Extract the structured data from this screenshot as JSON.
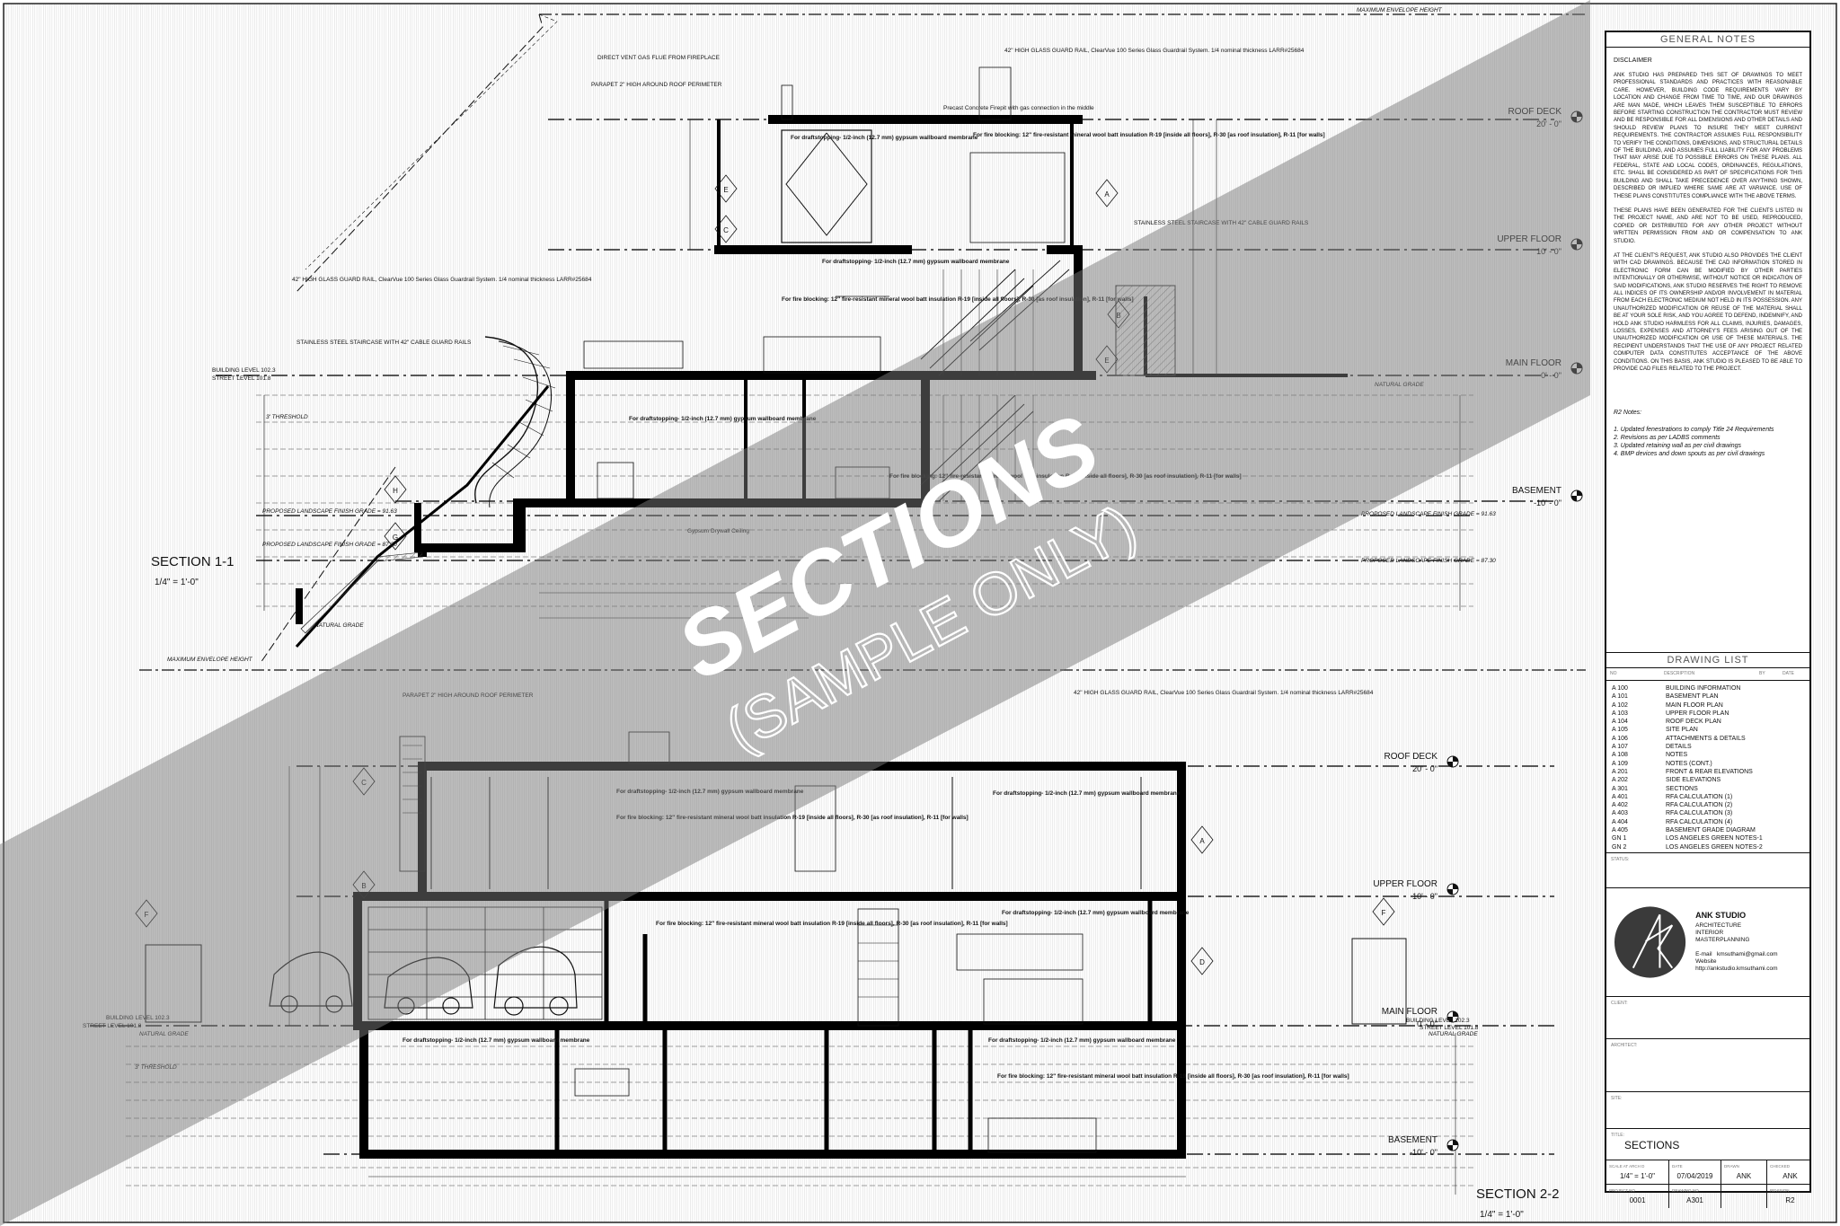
{
  "drawing": {
    "max_envelope_label": "MAXIMUM ENVELOPE HEIGHT",
    "watermark": {
      "line1": "SECTIONS",
      "line2": "(SAMPLE ONLY)"
    },
    "section_1": {
      "title": "SECTION 1-1",
      "scale": "1/4\" = 1'-0\"",
      "levels": [
        {
          "name": "ROOF DECK",
          "value": "20' - 0\""
        },
        {
          "name": "UPPER FLOOR",
          "value": "10' - 0\""
        },
        {
          "name": "MAIN FLOOR",
          "value": "0' - 0\""
        },
        {
          "name": "BASEMENT",
          "value": "-10' - 0\""
        }
      ],
      "notes": {
        "flue": "DIRECT VENT GAS FLUE FROM FIREPLACE",
        "parapet": "PARAPET 2\" HIGH AROUND ROOF PERIMETER",
        "glass_rail_top": "42\" HIGH GLASS GUARD RAIL, ClearVue 100 Series Glass Guardrail System. 1/4 nominal thickness LARR#25684",
        "firepit": "Precast Concrete Firepit with gas connection in the middle",
        "stair_right": "STAINLESS STEEL STAIRCASE WITH 42\" CABLE GUARD RAILS",
        "glass_rail_left": "42\" HIGH GLASS GUARD RAIL, ClearVue 100 Series Glass Guardrail System. 1/4 nominal thickness LARR#25684",
        "stair_left": "STAINLESS STEEL STAIRCASE WITH 42\" CABLE GUARD RAILS",
        "building_level": "BUILDING LEVEL 102.3",
        "street_level": "STREET LEVEL 101.8",
        "natural_grade": "NATURAL GRADE",
        "threshold": "3' THRESHOLD",
        "landscape_1": "PROPOSED LANDSCAPE FINISH GRADE = 91.63",
        "landscape_2": "PROPOSED LANDSCAPE FINISH GRADE = 87.30",
        "gypsum_ceiling": "Gypsum Drywall Ceiling",
        "draft_1": "For draftstopping- 1/2-inch (12.7 mm) gypsum wallboard membrane",
        "fire_1": "For fire blocking: 12\" fire-resistant mineral wool batt insulation R-19 [inside all floors], R-30 [as roof insulation], R-11 [for walls]"
      }
    },
    "section_2": {
      "title": "SECTION 2-2",
      "scale": "1/4\" = 1'-0\"",
      "levels": [
        {
          "name": "ROOF DECK",
          "value": "20' - 0\""
        },
        {
          "name": "UPPER FLOOR",
          "value": "10' - 0\""
        },
        {
          "name": "MAIN FLOOR",
          "value": "0' - 0\""
        },
        {
          "name": "BASEMENT",
          "value": "-10' - 0\""
        }
      ],
      "notes": {
        "parapet": "PARAPET 2\" HIGH AROUND ROOF PERIMETER",
        "glass_rail": "42\" HIGH GLASS GUARD RAIL, ClearVue 100 Series Glass Guardrail System. 1/4 nominal thickness LARR#25684",
        "draft": "For draftstopping- 1/2-inch (12.7 mm) gypsum wallboard membrane",
        "fire": "For fire blocking: 12\" fire-resistant mineral wool batt insulation R-19 [inside all floors], R-30 [as roof insulation], R-11 [for walls]",
        "building_level": "BUILDING LEVEL 102.3",
        "street_level": "STREET LEVEL 101.8",
        "natural_grade": "NATURAL GRADE",
        "threshold": "3' THRESHOLD"
      }
    }
  },
  "title_block": {
    "general_notes_title": "GENERAL NOTES",
    "disclaimer_label": "DISCLAIMER",
    "disclaimer_paragraphs": [
      "ANK STUDIO HAS PREPARED THIS SET OF DRAWINGS TO MEET PROFESSIONAL STANDARDS AND PRACTICES WITH REASONABLE CARE. HOWEVER, BUILDING CODE REQUIREMENTS VARY BY LOCATION AND CHANGE FROM TIME TO TIME, AND OUR DRAWINGS ARE MAN MADE, WHICH LEAVES THEM SUSCEPTIBLE TO ERRORS BEFORE STARTING CONSTRUCTION THE CONTRACTOR MUST REVIEW AND BE RESPONSIBLE FOR ALL DIMENSIONS AND OTHER DETAILS AND SHOULD REVIEW PLANS TO INSURE THEY MEET CURRENT REQUIREMENTS. THE CONTRACTOR ASSUMES FULL RESPONSIBILITY TO VERIFY THE CONDITIONS, DIMENSIONS, AND STRUCTURAL DETAILS OF THE BUILDING, AND ASSUMES FULL LIABILITY FOR ANY PROBLEMS THAT MAY ARISE DUE TO POSSIBLE ERRORS ON THESE PLANS. ALL FEDERAL, STATE AND LOCAL CODES, ORDINANCES, REGULATIONS, ETC. SHALL BE CONSIDERED AS PART OF SPECIFICATIONS FOR THIS BUILDING AND SHALL TAKE PRECEDENCE OVER ANYTHING SHOWN, DESCRIBED OR IMPLIED WHERE SAME ARE AT VARIANCE. USE OF THESE PLANS CONSTITUTES COMPLIANCE WITH THE ABOVE TERMS.",
      "THESE PLANS HAVE BEEN GENERATED FOR THE CLIENTS LISTED IN THE PROJECT NAME, AND ARE NOT TO BE USED, REPRODUCED, COPIED OR DISTRIBUTED FOR ANY OTHER PROJECT WITHOUT WRITTEN PERMISSION FROM AND OR COMPENSATION TO ANK STUDIO.",
      "AT THE CLIENT'S REQUEST, ANK STUDIO ALSO PROVIDES THE CLIENT WITH CAD DRAWINGS. BECAUSE THE CAD INFORMATION STORED IN ELECTRONIC FORM CAN BE MODIFIED BY OTHER PARTIES INTENTIONALLY OR OTHERWISE, WITHOUT NOTICE OR INDICATION OF SAID MODIFICATIONS, ANK STUDIO RESERVES THE RIGHT TO REMOVE ALL INDICES OF ITS OWNERSHIP AND/OR INVOLVEMENT IN MATERIAL FROM EACH ELECTRONIC MEDIUM NOT HELD IN ITS POSSESSION. ANY UNAUTHORIZED MODIFICATION OR REUSE OF THE MATERIAL SHALL BE AT YOUR SOLE RISK, AND YOU AGREE TO DEFEND, INDEMNIFY, AND HOLD ANK STUDIO HARMLESS FOR ALL CLAIMS, INJURIES, DAMAGES, LOSSES, EXPENSES AND ATTORNEY'S FEES ARISING OUT OF THE UNAUTHORIZED MODIFICATION OR USE OF THESE MATERIALS. THE RECIPIENT UNDERSTANDS THAT THE USE OF ANY PROJECT RELATED COMPUTER DATA CONSTITUTES ACCEPTANCE OF THE ABOVE CONDITIONS. ON THIS BASIS, ANK STUDIO IS PLEASED TO BE ABLE TO PROVIDE CAD FILES RELATED TO THE PROJECT."
    ],
    "r2_title": "R2 Notes:",
    "r2_items": [
      "1. Updated fenestrations to comply Title 24 Requirements",
      "2. Revisions as per LADBS comments",
      "3. Updated retaining wall as per civil drawings",
      "4. BMP devices and down spouts as per civil drawings"
    ],
    "drawing_list_title": "DRAWING LIST",
    "drawing_list_cols": [
      "NO",
      "DESCRIPTION",
      "BY",
      "DATE"
    ],
    "drawing_list": [
      {
        "no": "A 100",
        "desc": "BUILDING INFORMATION"
      },
      {
        "no": "A 101",
        "desc": "BASEMENT PLAN"
      },
      {
        "no": "A 102",
        "desc": "MAIN FLOOR PLAN"
      },
      {
        "no": "A 103",
        "desc": "UPPER FLOOR PLAN"
      },
      {
        "no": "A 104",
        "desc": "ROOF DECK PLAN"
      },
      {
        "no": "A 105",
        "desc": "SITE PLAN"
      },
      {
        "no": "A 106",
        "desc": "ATTACHMENTS & DETAILS"
      },
      {
        "no": "A 107",
        "desc": "DETAILS"
      },
      {
        "no": "A 108",
        "desc": "NOTES"
      },
      {
        "no": "A 109",
        "desc": "NOTES (CONT.)"
      },
      {
        "no": "A 201",
        "desc": "FRONT & REAR ELEVATIONS"
      },
      {
        "no": "A 202",
        "desc": "SIDE ELEVATIONS"
      },
      {
        "no": "A 301",
        "desc": "SECTIONS"
      },
      {
        "no": "A 401",
        "desc": "RFA CALCULATION (1)"
      },
      {
        "no": "A 402",
        "desc": "RFA CALCULATION (2)"
      },
      {
        "no": "A 403",
        "desc": "RFA CALCULATION (3)"
      },
      {
        "no": "A 404",
        "desc": "RFA CALCULATION (4)"
      },
      {
        "no": "A 405",
        "desc": "BASEMENT GRADE DIAGRAM"
      },
      {
        "no": "GN 1",
        "desc": "LOS ANGELES GREEN NOTES-1"
      },
      {
        "no": "GN 2",
        "desc": "LOS ANGELES GREEN NOTES-2"
      }
    ],
    "status_label": "STATUS:",
    "studio": {
      "name": "ANK STUDIO",
      "line1": "ARCHITECTURE",
      "line2": "INTERIOR",
      "line3": "MASTERPLANNING",
      "email_label": "E-mail",
      "email": "kmsuthami@gmail.com",
      "website_label": "Website",
      "website": "http://ankstudio.kmsuthami.com"
    },
    "client_label": "CLIENT:",
    "architect_label": "ARCHITECT:",
    "site_label": "SITE:",
    "title_label": "TITLE:",
    "title_value": "SECTIONS",
    "row1": [
      {
        "label": "SCALE AT ARCH D",
        "value": "1/4\" = 1'-0\""
      },
      {
        "label": "DATE",
        "value": "07/04/2019"
      },
      {
        "label": "DRAWN",
        "value": "ANK"
      },
      {
        "label": "CHECKED",
        "value": "ANK"
      }
    ],
    "row2": [
      {
        "label": "PROJECT NO",
        "value": "0001"
      },
      {
        "label": "DRAWING NO",
        "value": "A301"
      },
      {
        "label": "",
        "value": ""
      },
      {
        "label": "REVISION",
        "value": "R2"
      }
    ]
  }
}
